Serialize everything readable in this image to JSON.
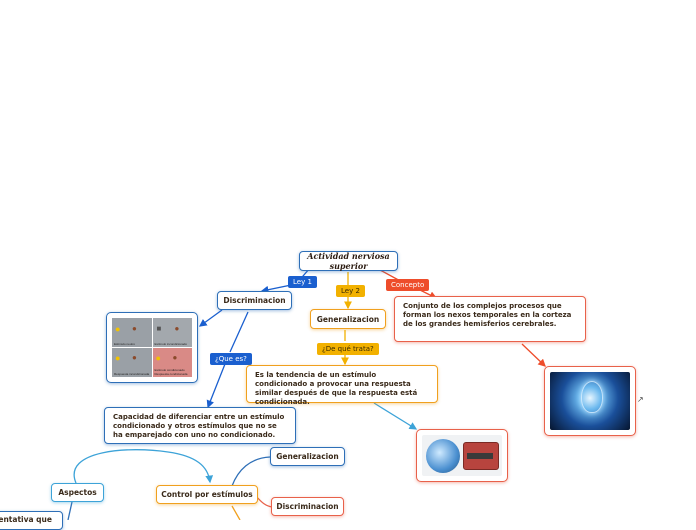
{
  "nodes": {
    "central": "Actividad nerviosa superior",
    "discriminacion": "Discriminacion",
    "generalizacion": "Generalizacion",
    "concepto_text": "Conjunto de los complejos procesos que forman los nexos temporales en la corteza de los grandes hemisferios cerebrales.",
    "generalizacion_text": "Es la tendencia de un estímulo condicionado a provocar una respuesta similar después de que la respuesta está condicionada.",
    "discriminacion_text": "Capacidad de diferenciar entre un estímulo condicionado y otros estímulos que no se ha emparejado con uno no condicionado.",
    "control": "Control por estímulos",
    "generalizacion_2": "Generalizacion",
    "discriminacion_2": "Discriminacion",
    "aspectos": "Aspectos",
    "partial": "dentativa que"
  },
  "tags": {
    "ley1": "Ley 1",
    "ley2": "Ley 2",
    "concepto": "Concepto",
    "que_es": "¿Que es?",
    "de_que_trata": "¿De qué trata?"
  },
  "image_labels": {
    "q1": "Estímulo neutro",
    "q2": "Estímulo incondicionado",
    "q3": "Respuesta incondicionada",
    "q4": "Estímulo condicionado",
    "q5": "Respuesta condicionada"
  },
  "colors": {
    "blue": "#2e6fb7",
    "orange": "#f0a01e",
    "red": "#e8614a",
    "light_blue": "#3da3d8"
  },
  "icons": [
    "brain-image",
    "head-network-image",
    "pavlov-diagram-image",
    "external-link-icon"
  ]
}
